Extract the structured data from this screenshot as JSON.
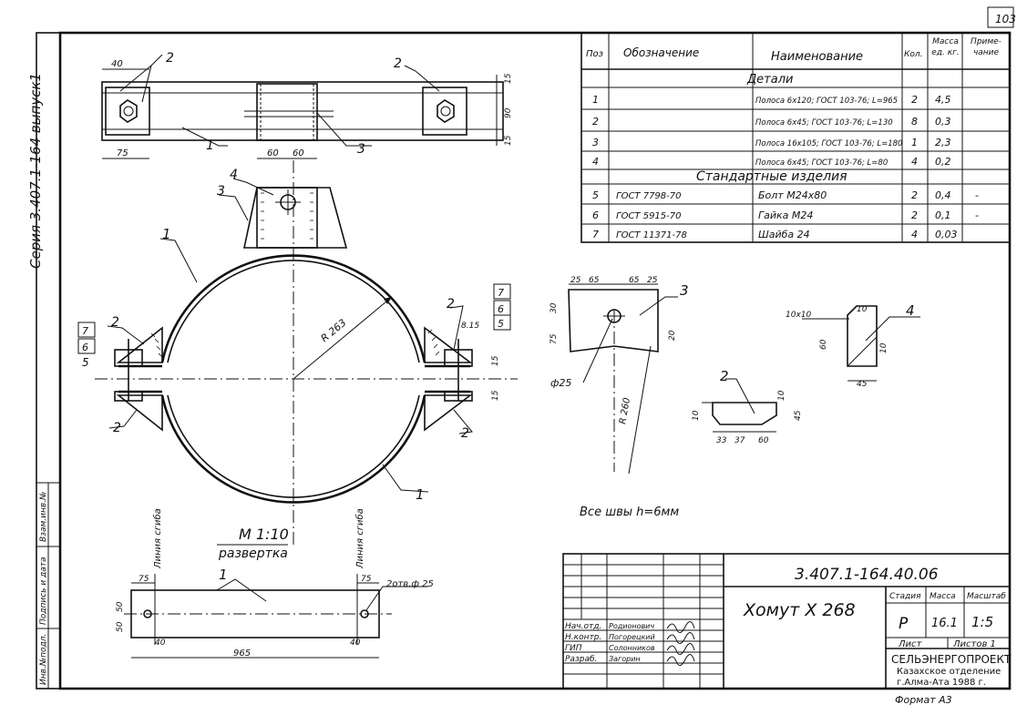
{
  "page_number": "103",
  "side_series": "Серия 3.407.1-164 выпуск1",
  "left_stamp": [
    "Инв.№подл.",
    "Подпись и дата",
    "Взам.инв.№"
  ],
  "spec_table": {
    "headers": [
      "Поз",
      "Обозначение",
      "Наименование",
      "Кол.",
      "Масса ед. кг.",
      "Приме-чание"
    ],
    "section_details": "Детали",
    "details": [
      {
        "pos": "1",
        "designation": "",
        "name": "Полоса 6х120; ГОСТ 103-76; L=965",
        "qty": "2",
        "mass": "4,5",
        "note": ""
      },
      {
        "pos": "2",
        "designation": "",
        "name": "Полоса 6х45; ГОСТ 103-76; L=130",
        "qty": "8",
        "mass": "0,3",
        "note": ""
      },
      {
        "pos": "3",
        "designation": "",
        "name": "Полоса 16х105; ГОСТ 103-76; L=180",
        "qty": "1",
        "mass": "2,3",
        "note": ""
      },
      {
        "pos": "4",
        "designation": "",
        "name": "Полоса 6х45; ГОСТ 103-76; L=80",
        "qty": "4",
        "mass": "0,2",
        "note": ""
      }
    ],
    "section_standard": "Стандартные изделия",
    "standard": [
      {
        "pos": "5",
        "designation": "ГОСТ 7798-70",
        "name": "Болт М24х80",
        "qty": "2",
        "mass": "0,4",
        "note": "-"
      },
      {
        "pos": "6",
        "designation": "ГОСТ 5915-70",
        "name": "Гайка М24",
        "qty": "2",
        "mass": "0,1",
        "note": "-"
      },
      {
        "pos": "7",
        "designation": "ГОСТ 11371-78",
        "name": "Шайба 24",
        "qty": "4",
        "mass": "0,03",
        "note": ""
      }
    ]
  },
  "main_view": {
    "top_dims": [
      "40",
      "75",
      "60",
      "60",
      "15",
      "90",
      "15"
    ],
    "leaders": [
      "2",
      "2",
      "1",
      "3",
      "4",
      "3",
      "1",
      "2",
      "7",
      "6",
      "5",
      "2",
      "2",
      "7",
      "5",
      "6",
      "2"
    ],
    "radius": "R 263",
    "right_dims": [
      "8.15",
      "15",
      "15"
    ]
  },
  "detail3": {
    "dims": [
      "25",
      "65",
      "65",
      "25",
      "30",
      "75",
      "20",
      "R 260"
    ],
    "hole": "ф25",
    "pos": "3"
  },
  "detail4": {
    "dims": [
      "10х10",
      "10",
      "60",
      "10",
      "45"
    ],
    "pos": "4"
  },
  "detail2": {
    "dims": [
      "10",
      "10",
      "45",
      "33",
      "37",
      "60"
    ],
    "pos": "2"
  },
  "welds_note": "Все швы h=6мм",
  "razvertka": {
    "scale": "М 1:10",
    "title": "развертка",
    "line_bend_left": "Линия сгиба",
    "line_bend_right": "Линия сгиба",
    "pos": "1",
    "dims": [
      "75",
      "75",
      "50",
      "50",
      "40",
      "40",
      "965"
    ],
    "hole": "2отв.ф 25"
  },
  "title_block": {
    "code": "3.407.1-164.40.06",
    "product": "Хомут Х 268",
    "stage_label": "Стадия",
    "mass_label": "Масса",
    "scale_label": "Масштаб",
    "stage": "Р",
    "mass": "16.1",
    "scale": "1:5",
    "sheet_label": "Лист",
    "sheets_label": "Листов 1",
    "signers": [
      {
        "role": "Нач.отд.",
        "name": "Родионович"
      },
      {
        "role": "Н.контр.",
        "name": "Погорецкий"
      },
      {
        "role": "ГИП",
        "name": "Солонников"
      },
      {
        "role": "Разраб.",
        "name": "Загорин"
      }
    ],
    "org": [
      "СЕЛЬЭНЕРГОПРОЕКТ",
      "Казахское отделение",
      "г.Алма-Ата 1988 г."
    ],
    "format": "Формат А3"
  }
}
